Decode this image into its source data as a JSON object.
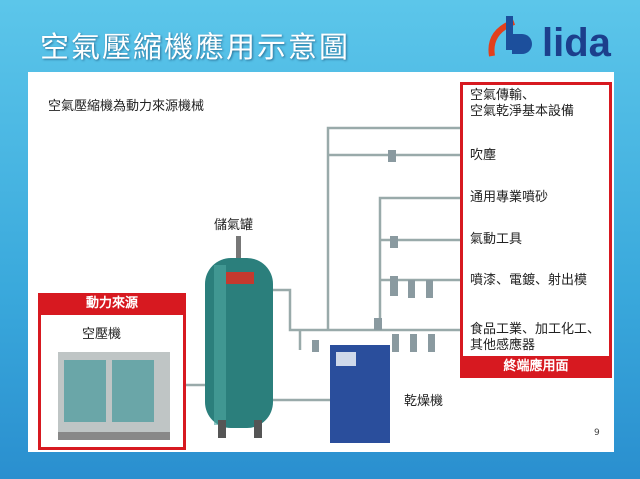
{
  "title": "空氣壓縮機應用示意圖",
  "logo": "lida",
  "subtitle": "空氣壓縮機為動力來源機械",
  "tank_label": "儲氣罐",
  "dryer_label": "乾燥機",
  "source": {
    "header": "動力來源",
    "label": "空壓機"
  },
  "applications": {
    "footer": "終端應用面",
    "items": [
      "空氣傳輸、",
      "空氣乾淨基本設備",
      "吹塵",
      "通用專業噴砂",
      "氣動工具",
      "噴漆、電鍍、射出模",
      "食品工業、加工化工、",
      "其他感應器"
    ]
  },
  "page_number": "9",
  "colors": {
    "accent": "#d71920",
    "bg": "#3aa9dc"
  }
}
